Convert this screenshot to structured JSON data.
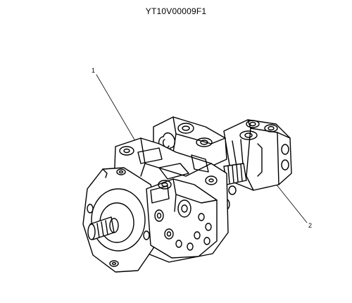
{
  "figure": {
    "title": "YT10V00009F1",
    "callouts": [
      {
        "label": "1"
      },
      {
        "label": "2"
      }
    ]
  }
}
